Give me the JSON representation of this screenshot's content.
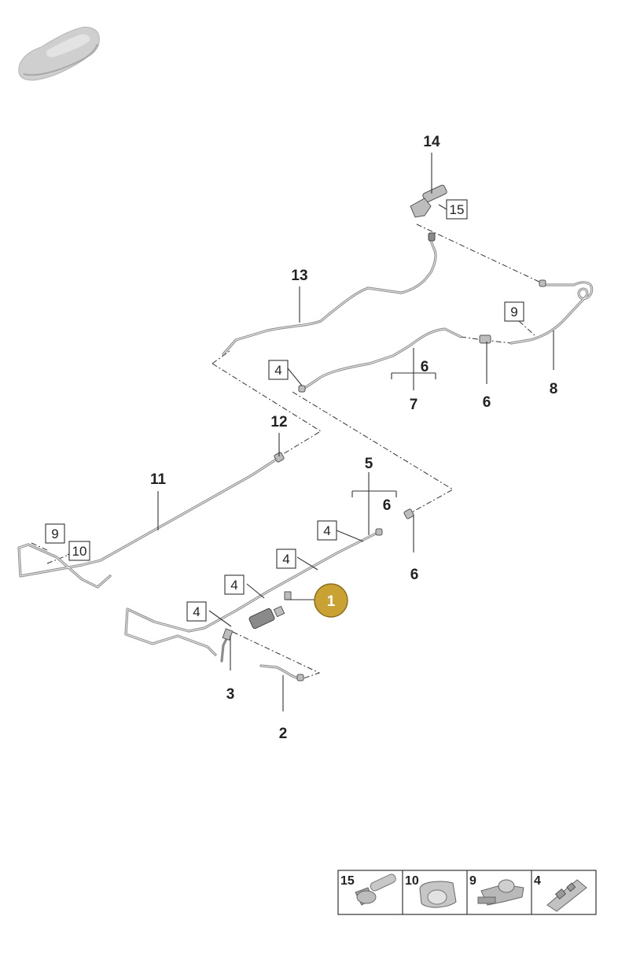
{
  "callouts": {
    "c14": "14",
    "c13": "13",
    "c12": "12",
    "c11": "11",
    "c8": "8",
    "c7": "7",
    "c6a": "6",
    "c6b": "6",
    "c6c": "6",
    "c6d": "6",
    "c5": "5",
    "c3": "3",
    "c2": "2"
  },
  "boxed": {
    "b15": "15",
    "b9a": "9",
    "b4a": "4",
    "b9b": "9",
    "b10": "10",
    "b4b": "4",
    "b4c": "4",
    "b4d": "4",
    "b4e": "4"
  },
  "highlight": {
    "label": "1",
    "color": "#c9a233"
  },
  "legend": [
    {
      "number": "15",
      "icon": "bolt-icon"
    },
    {
      "number": "10",
      "icon": "clip-sleeve-icon"
    },
    {
      "number": "9",
      "icon": "push-clip-icon"
    },
    {
      "number": "4",
      "icon": "pipe-holder-icon"
    }
  ]
}
